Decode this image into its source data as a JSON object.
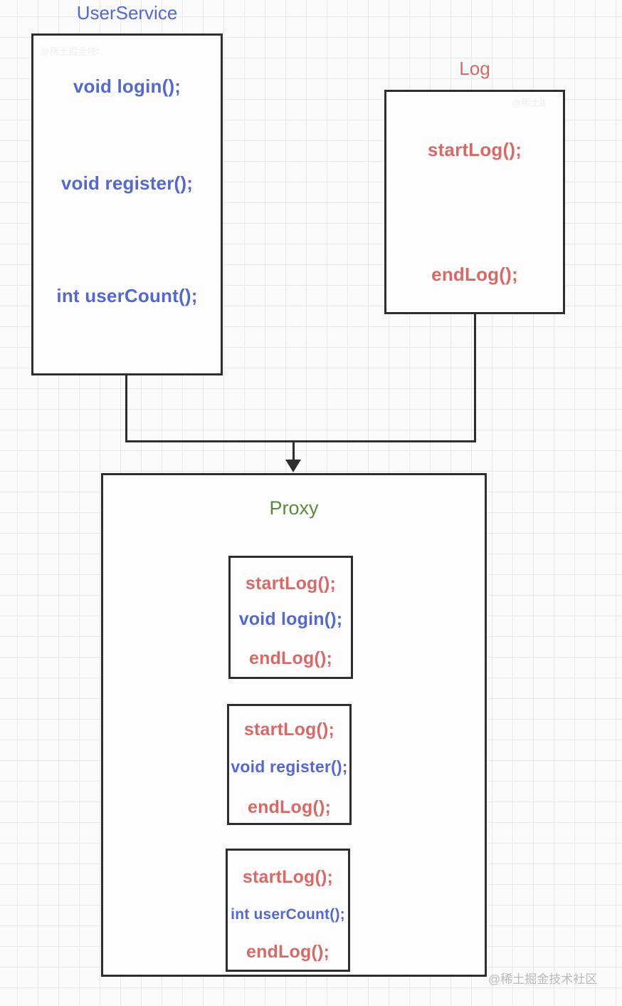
{
  "user_service": {
    "title": "UserService",
    "methods": [
      "void login();",
      "void register();",
      "int userCount();"
    ]
  },
  "log": {
    "title": "Log",
    "methods": [
      "startLog();",
      "endLog();"
    ]
  },
  "proxy": {
    "title": "Proxy",
    "blocks": [
      {
        "pre": "startLog();",
        "method": "void login();",
        "post": "endLog();"
      },
      {
        "pre": "startLog();",
        "method": "void register();",
        "post": "endLog();"
      },
      {
        "pre": "startLog();",
        "method": "int userCount();",
        "post": "endLog();"
      }
    ]
  },
  "watermark": {
    "text": "@稀土掘金技术社区"
  },
  "colors": {
    "method_blue": "#5468d4",
    "log_red": "#d86965",
    "proxy_green": "#5a8b3b",
    "line_black": "#2e2e2e",
    "watermark_gray": "#b9b9b9"
  }
}
